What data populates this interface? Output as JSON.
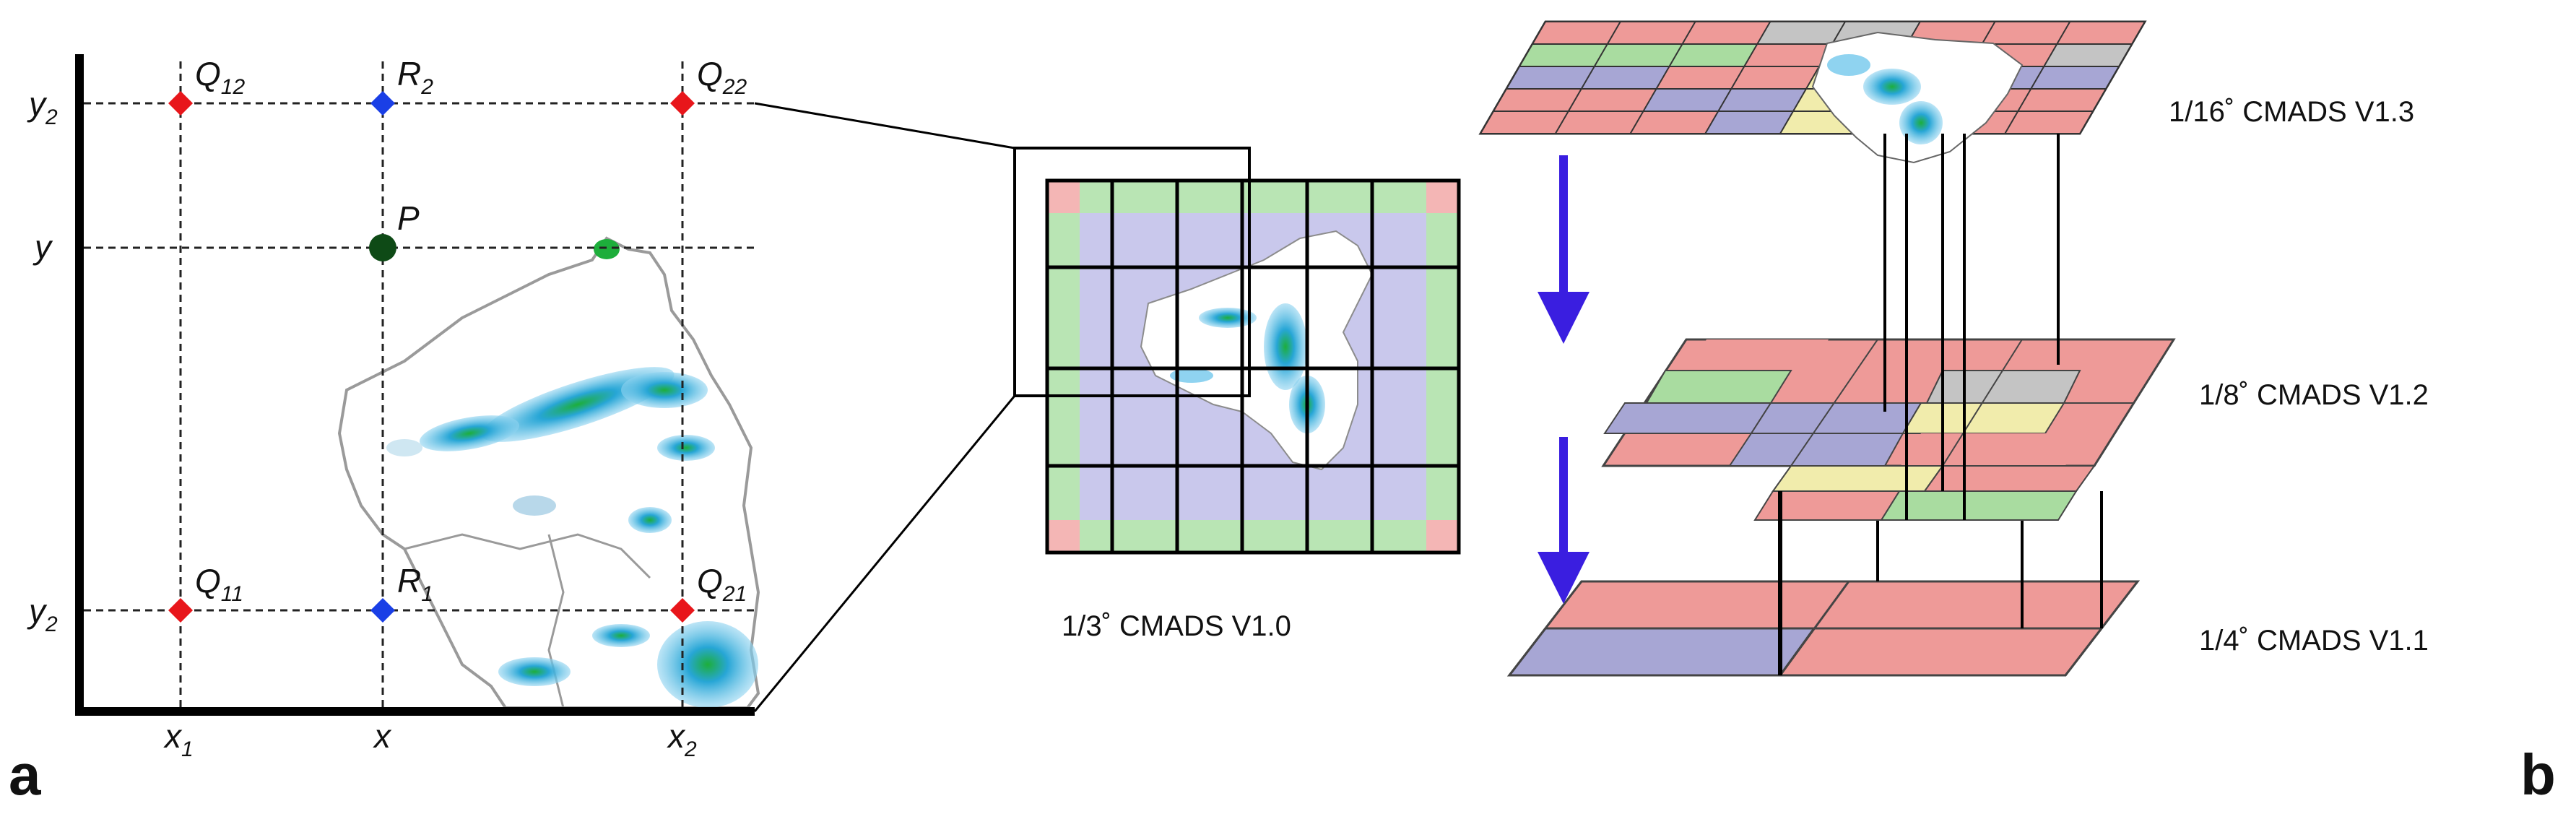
{
  "panel_a": {
    "label": "a",
    "points": {
      "Q12": {
        "main": "Q",
        "sub": "12"
      },
      "R2": {
        "main": "R",
        "sub": "2"
      },
      "Q22": {
        "main": "Q",
        "sub": "22"
      },
      "P": {
        "main": "P"
      },
      "Q11": {
        "main": "Q",
        "sub": "11"
      },
      "R1": {
        "main": "R",
        "sub": "1"
      },
      "Q21": {
        "main": "Q",
        "sub": "21"
      }
    },
    "axis": {
      "y_top": {
        "main": "y",
        "sub": "2"
      },
      "y_mid": {
        "main": "y"
      },
      "y_bottom": {
        "main": "y",
        "sub": "2"
      },
      "x1": {
        "main": "x",
        "sub": "1"
      },
      "x": {
        "main": "x"
      },
      "x2": {
        "main": "x",
        "sub": "2"
      }
    },
    "colors": {
      "corner": "#e8161b",
      "interp": "#1a3fe6",
      "target": "#0e4a16"
    }
  },
  "center": {
    "caption": "1/3˚ CMADS V1.0"
  },
  "panel_b": {
    "label": "b",
    "layers": [
      {
        "name": "1/16˚ CMADS V1.3"
      },
      {
        "name": "1/8˚ CMADS V1.2"
      },
      {
        "name": "1/4˚ CMADS V1.1"
      }
    ],
    "colors": {
      "red": "#ee9a98",
      "green": "#a9dca0",
      "blue": "#a7a6d4",
      "gray": "#c4c4c4",
      "yellow": "#f1ecac",
      "arrow": "#3a1ee0"
    }
  }
}
